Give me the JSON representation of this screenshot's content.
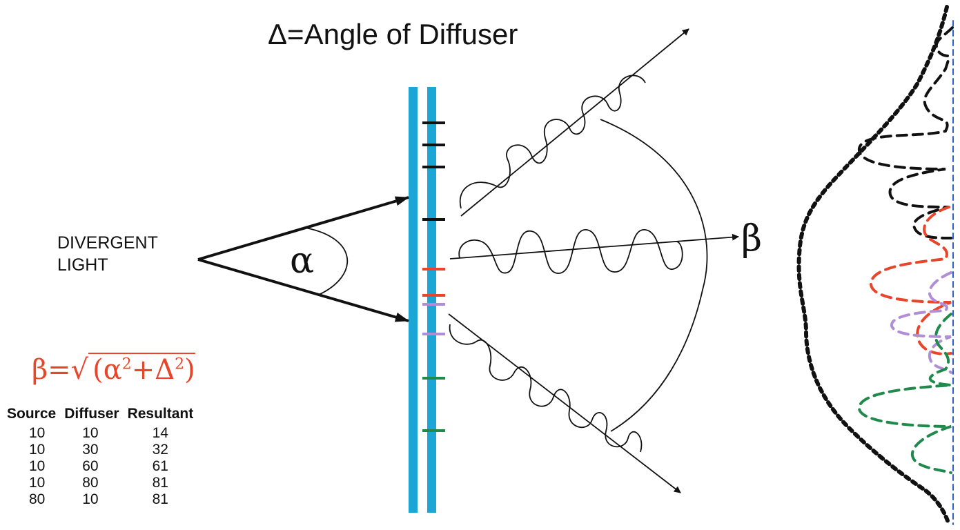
{
  "title": "Δ=Angle of Diffuser",
  "source_label_line1": "DIVERGENT",
  "source_label_line2": "LIGHT",
  "alpha_symbol": "α",
  "beta_symbol": "β",
  "formula": {
    "lhs": "β=",
    "radical": "√",
    "open": "(α",
    "sq1": "2",
    "plus": "+Δ",
    "sq2": "2",
    "close": ")"
  },
  "table": {
    "headers": [
      "Source",
      "Diffuser",
      "Resultant"
    ],
    "rows": [
      [
        "10",
        "10",
        "14"
      ],
      [
        "10",
        "30",
        "32"
      ],
      [
        "10",
        "60",
        "61"
      ],
      [
        "10",
        "80",
        "81"
      ],
      [
        "80",
        "10",
        "81"
      ]
    ]
  },
  "colors": {
    "diffuser": "#1ba6d6",
    "red": "#e8462b",
    "purple": "#b08ed6",
    "green": "#1f8a4c",
    "blue_dashed": "#2b5fc7",
    "ink": "#111111"
  }
}
